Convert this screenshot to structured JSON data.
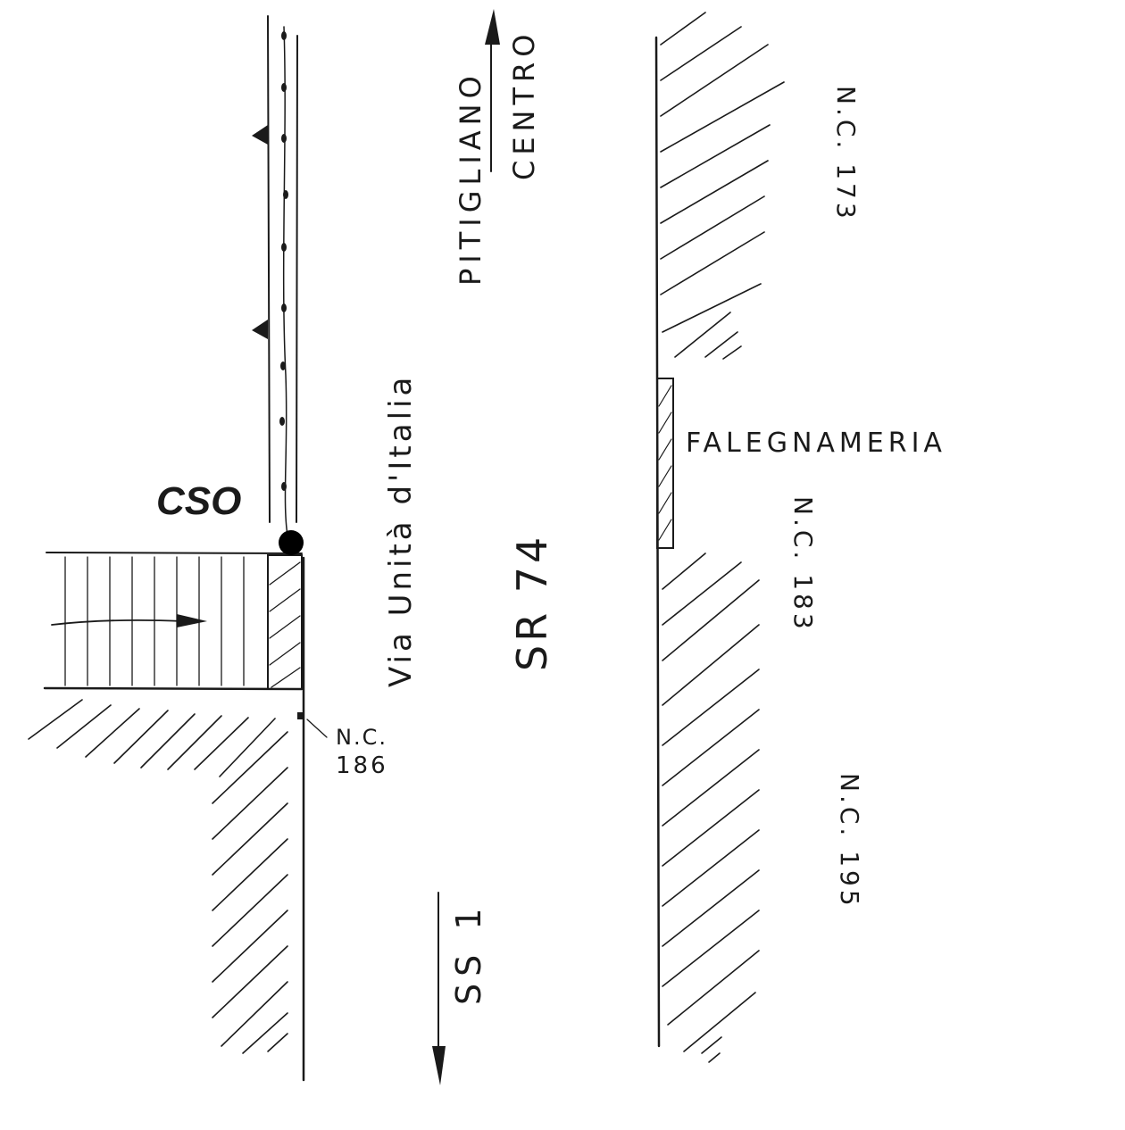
{
  "map": {
    "marker_label": "CSO",
    "street_name": "Via Unità d'Italia",
    "road_code": "SR 74",
    "direction_north": [
      "PITIGLIANO",
      "CENTRO"
    ],
    "direction_south": "SS 1",
    "business": "FALEGNAMERIA",
    "house_numbers": {
      "nc_173": "N.C. 173",
      "nc_183": "N.C. 183",
      "nc_195": "N.C. 195",
      "nc_186_line1": "N.C.",
      "nc_186_line2": "186"
    },
    "colors": {
      "ink": "#1a1a1a",
      "marker": "#000000",
      "background": "#ffffff"
    }
  }
}
